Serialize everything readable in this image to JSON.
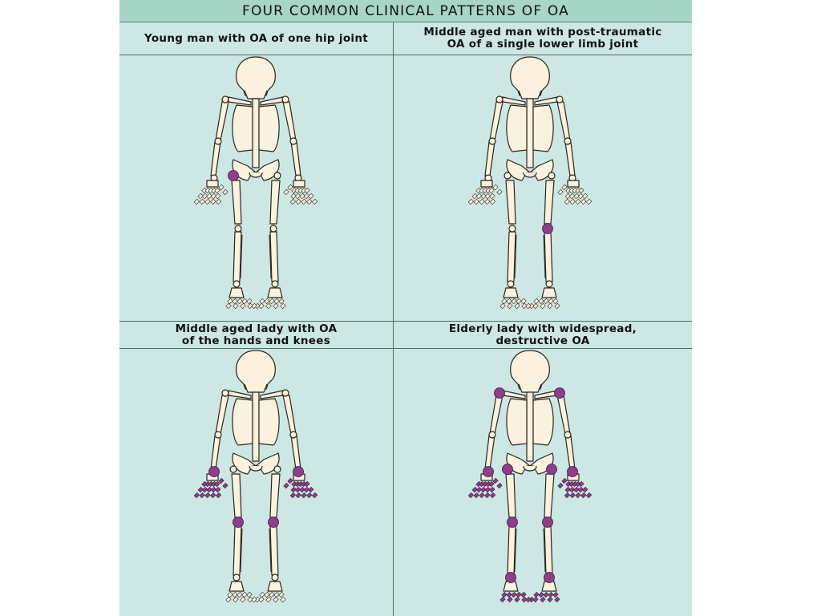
{
  "title": "FOUR COMMON CLINICAL PATTERNS OF OA",
  "colors": {
    "background": "#cde8e4",
    "title_bar": "#a8d5c6",
    "bone": "#fbf1de",
    "affected_joint": "#8e3f8a"
  },
  "panels": [
    {
      "caption": "Young man with OA of one hip joint",
      "affected_joints": [
        "hip-right"
      ],
      "affected_digits": []
    },
    {
      "caption": "Middle aged man with post-traumatic\nOA of a single lower limb joint",
      "affected_joints": [
        "knee-left"
      ],
      "affected_digits": []
    },
    {
      "caption": "Middle aged lady with OA\nof the hands and knees",
      "affected_joints": [
        "wrist-right",
        "wrist-left",
        "knee-right",
        "knee-left"
      ],
      "affected_digits": [
        "hand-right",
        "hand-left"
      ]
    },
    {
      "caption": "Elderly lady with widespread,\ndestructive OA",
      "affected_joints": [
        "shoulder-right",
        "shoulder-left",
        "wrist-right",
        "wrist-left",
        "hip-right",
        "hip-left",
        "knee-right",
        "knee-left",
        "ankle-right",
        "ankle-left"
      ],
      "affected_digits": [
        "hand-right",
        "hand-left",
        "foot-right",
        "foot-left"
      ]
    }
  ]
}
